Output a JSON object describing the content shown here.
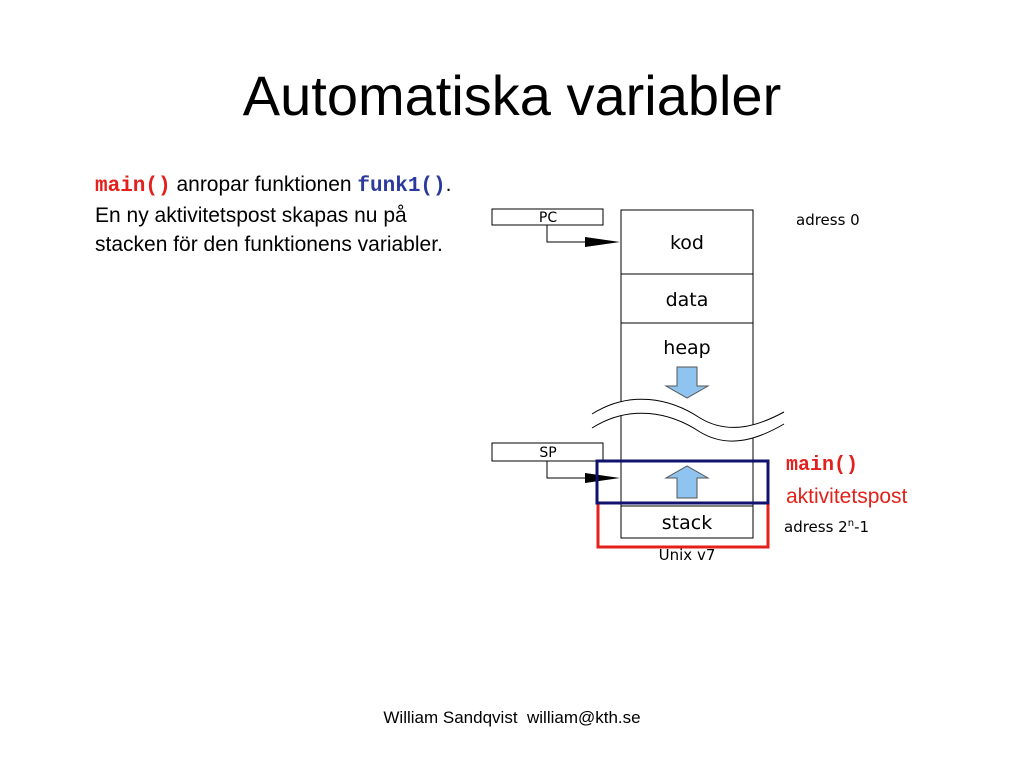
{
  "title": "Automatiska variabler",
  "body": {
    "code1": "main()",
    "text1": " anropar funktionen ",
    "code2": "funk1()",
    "text2": ". En ny aktivitetspost skapas nu på stacken för den funktionens variabler."
  },
  "diagram": {
    "pc_label": "PC",
    "sp_label": "SP",
    "segments": {
      "kod": "kod",
      "data": "data",
      "heap": "heap",
      "stack": "stack"
    },
    "address_top": "adress 0",
    "address_bottom_prefix": "adress 2",
    "address_bottom_sup": "n",
    "address_bottom_suffix": "-1",
    "caption": "Unix v7",
    "annotation_code": "main()",
    "annotation_text": "aktivitetspost",
    "colors": {
      "red": "#e3201b",
      "navy": "#10126e",
      "arrow_fill": "#8fc3f0",
      "annotation_text": "#e3201b"
    }
  },
  "footer": "William Sandqvist  william@kth.se"
}
